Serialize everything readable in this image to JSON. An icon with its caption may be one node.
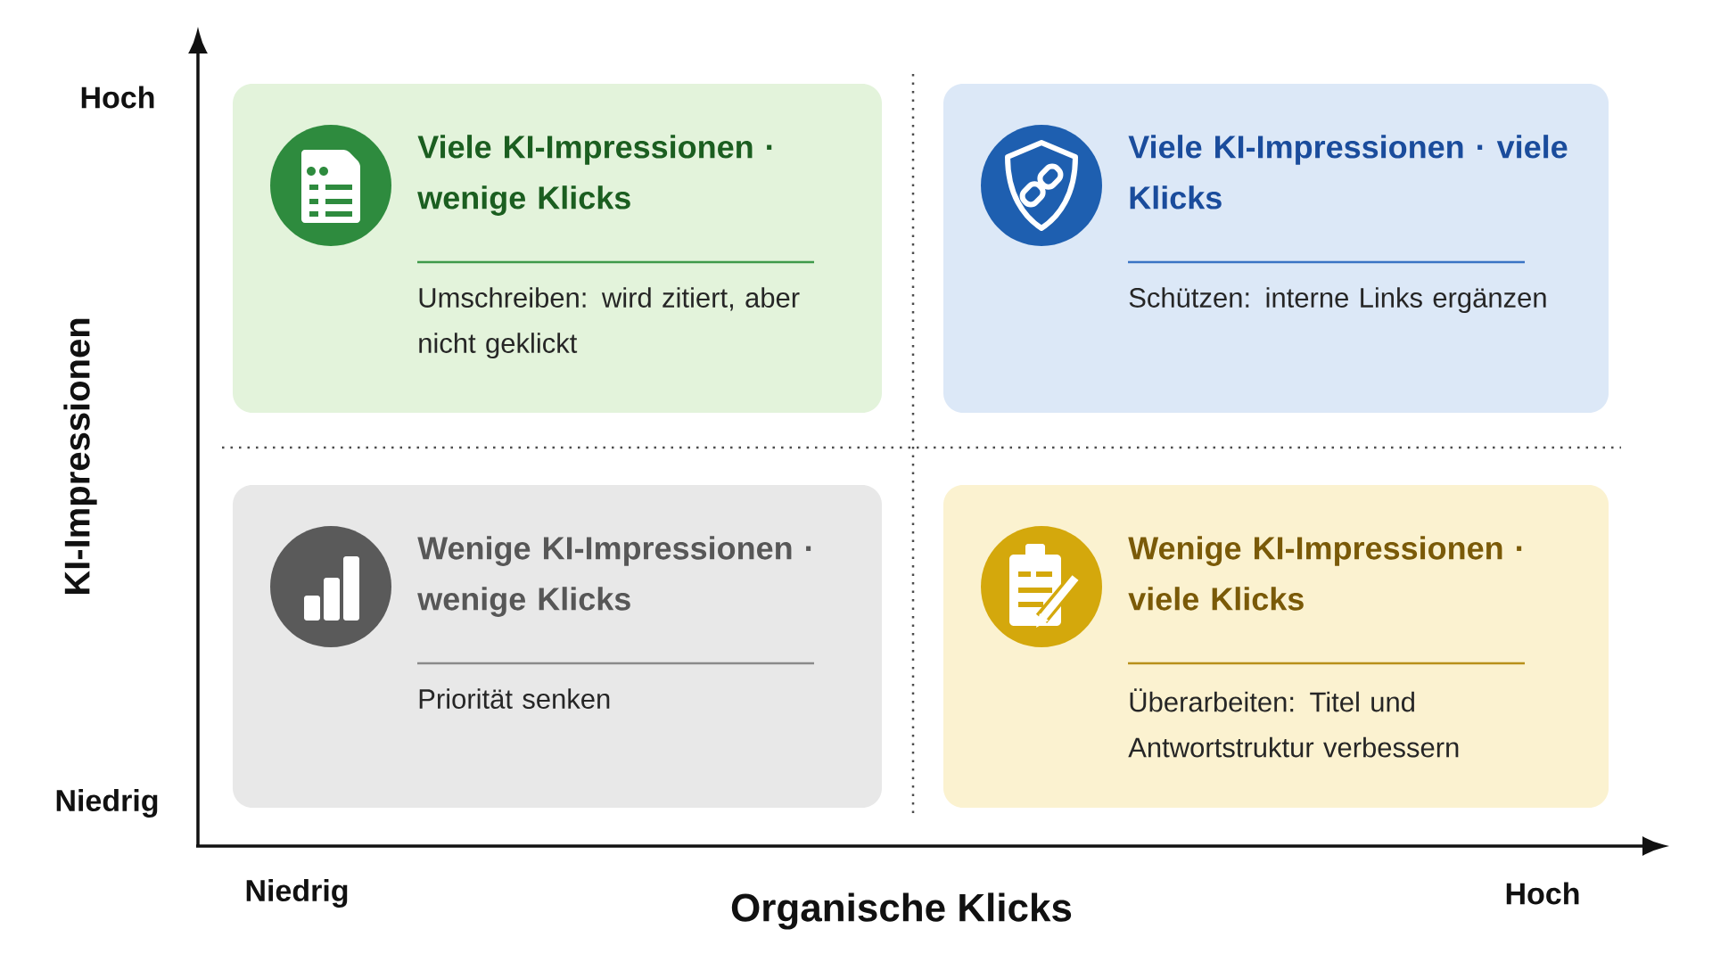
{
  "diagram": {
    "nodes": [
      {
        "text": [
          "Viele KI-Impressionen · wenige Klicks",
          "Umschreiben: wird zitiert, aber nicht geklickt"
        ]
      },
      {
        "text": [
          "Viele KI-Impressionen · viele Klicks",
          "Schützen: interne Links ergänzen"
        ]
      },
      {
        "text": [
          "Wenige KI-Impressionen · wenige Klicks",
          "Priorität senken"
        ]
      },
      {
        "text": [
          "Wenige KI-Impressionen · viele Klicks",
          "Überarbeiten: Titel und Antwortstruktur verbessern"
        ]
      }
    ],
    "labels": [
      "Hoch",
      "KI-Impressionen",
      "Niedrig",
      "Niedrig",
      "Hoch",
      "Organische Klicks"
    ]
  }
}
